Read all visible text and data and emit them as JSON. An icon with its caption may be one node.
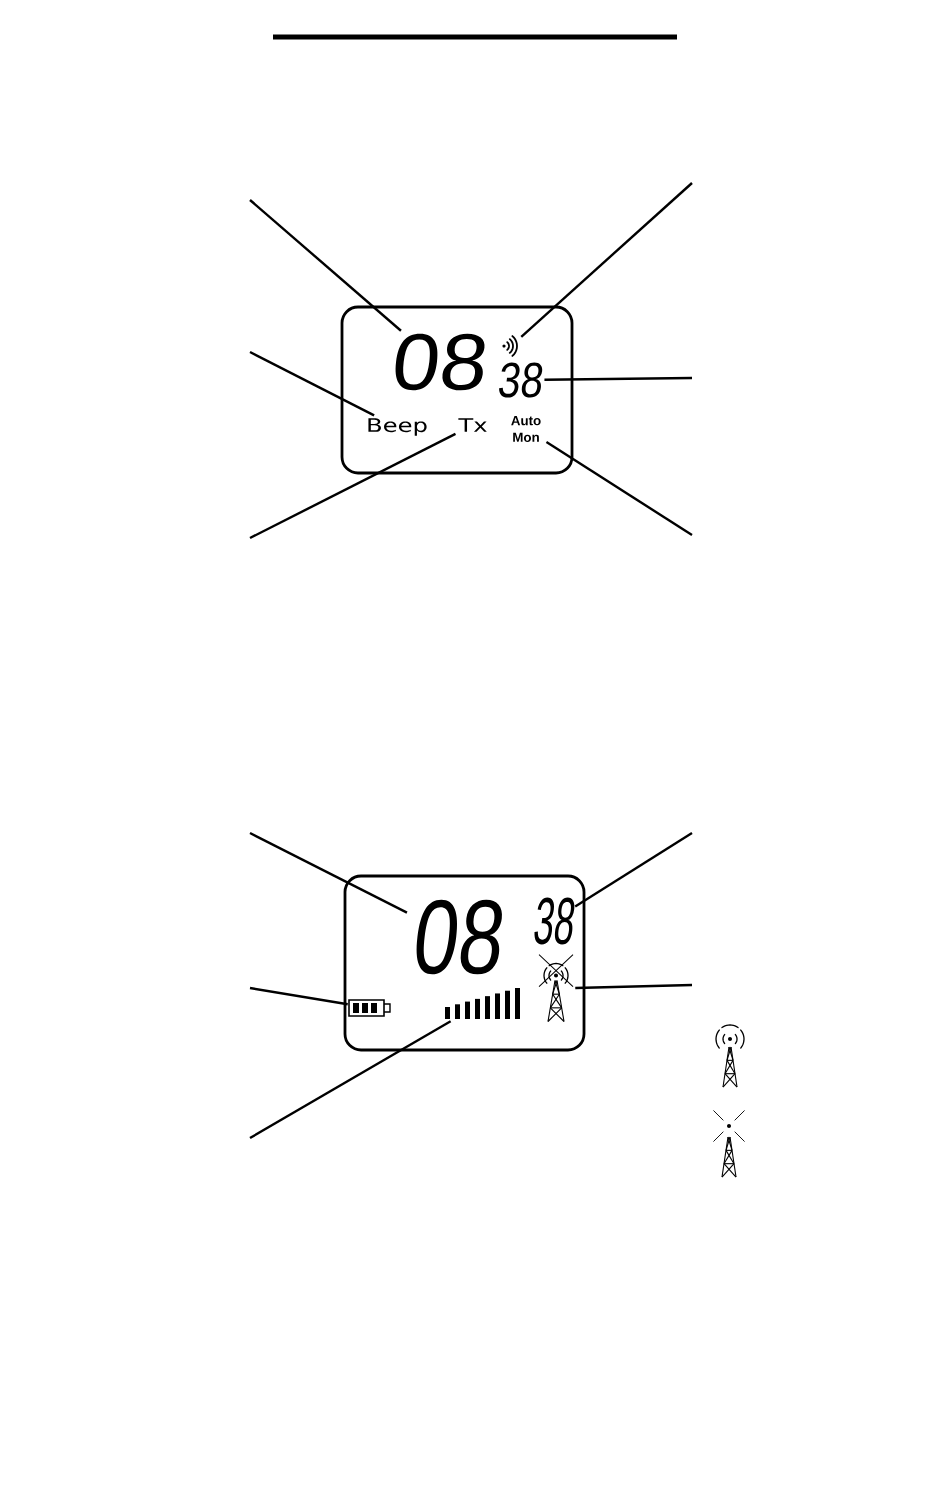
{
  "diagram": {
    "nodes": [
      {
        "text": [],
        "shape": "box"
      },
      {
        "text": [
          "08"
        ],
        "in": 0
      },
      {
        "text": [],
        "shape": "picture",
        "in": 0
      },
      {
        "text": [
          "38"
        ],
        "in": 0
      },
      {
        "text": [
          "Beep"
        ],
        "in": 0
      },
      {
        "text": [
          "Tx"
        ],
        "in": 0
      },
      {
        "text": [
          "Auto Mon"
        ],
        "in": 0
      },
      {
        "text": [],
        "shape": "box"
      },
      {
        "text": [
          "08"
        ],
        "in": 7
      },
      {
        "text": [
          "38"
        ],
        "in": 7
      },
      {
        "text": [],
        "shape": "picture",
        "in": 7
      },
      {
        "text": [],
        "shape": "picture",
        "in": 7
      },
      {
        "text": [],
        "shape": "picture",
        "in": 7
      }
    ],
    "edges": [
      {
        "from": null,
        "to": 1,
        "arrow": "none"
      },
      {
        "from": null,
        "to": 2,
        "arrow": "none"
      },
      {
        "from": null,
        "to": 3,
        "arrow": "none"
      },
      {
        "from": null,
        "to": 4,
        "arrow": "none"
      },
      {
        "from": null,
        "to": 5,
        "arrow": "none"
      },
      {
        "from": null,
        "to": 6,
        "arrow": "none"
      },
      {
        "from": null,
        "to": 8,
        "arrow": "none"
      },
      {
        "from": null,
        "to": 9,
        "arrow": "none"
      },
      {
        "from": null,
        "to": 10,
        "arrow": "none"
      },
      {
        "from": null,
        "to": 11,
        "arrow": "none"
      },
      {
        "from": null,
        "to": 12,
        "arrow": "none"
      }
    ]
  }
}
